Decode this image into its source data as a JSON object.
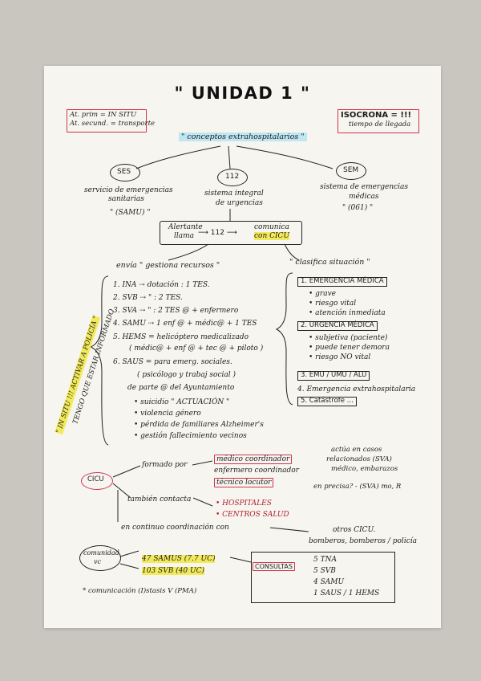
{
  "title": "\" UNIDAD 1 \"",
  "top_left_box": [
    "At. prim = IN SITU",
    "At. secund. = transporte"
  ],
  "top_right_box": [
    "ISOCRONA = !!!",
    "tiempo de llegada"
  ],
  "subtitle": "\" conceptos extrahospitalarios \"",
  "nodes": {
    "ses": {
      "label": "SES",
      "desc": [
        "servicio de emergencias",
        "sanitarias",
        "\" (SAMU) \""
      ]
    },
    "n112": {
      "label": "112",
      "desc": [
        "sistema integral",
        "de urgencias"
      ]
    },
    "sem": {
      "label": "SEM",
      "desc": [
        "sistema de emergencias",
        "médicas",
        "\" (061) \""
      ]
    }
  },
  "flow": {
    "alertante": "Alertante",
    "llama": "llama",
    "arrow_112": "112",
    "comunica": "comunica",
    "con_cicu": "con CICU"
  },
  "left_head": "envía \" gestiona recursos \"",
  "right_head": "\" clasifica situación \"",
  "resources": [
    "1. INA ⇢ dotación : 1 TES.",
    "2. SVB ⇢ \" : 2 TES.",
    "3. SVA ⇢ \" : 2 TES @ + enfermero",
    "4. SAMU ⇢ 1 enf @ + médic@ + 1 TES",
    "5. HEMS = helicóptero medicalizado",
    "( médic@ + enf @ + tec @ + piloto )",
    "6. SAUS = para emerg. sociales.",
    "( psicólogo y trabaj social )",
    "de parte @ del Ayuntamiento",
    "• suicidio   \" ACTUACIÓN \"",
    "• violencia género",
    "• pérdida de familiares Alzheimer's",
    "• gestión fallecimiento vecinos"
  ],
  "side_note": [
    "TENGO QUE ESTAR INFORMADO",
    "\" IN SITU !!! ACTIVAR A POLICÍA \""
  ],
  "classes": [
    {
      "head": "1. EMERGENCIA MÉDICA",
      "items": [
        "• grave",
        "• riesgo vital",
        "• atención inmediata"
      ]
    },
    {
      "head": "2. URGENCIA MÉDICA",
      "items": [
        "• subjetiva (paciente)",
        "• puede tener demora",
        "• riesgo NO vital"
      ]
    },
    {
      "head": "3. EMU / UMU / ALU"
    },
    {
      "head": "4. Emergencia extrahospitalaria"
    },
    {
      "head": "5. Catástrofe ..."
    }
  ],
  "cicu": {
    "label": "CICU",
    "formado": "formado por",
    "formado_items": [
      "médico coordinador",
      "enfermero coordinador",
      "técnico locutor"
    ],
    "note_top": [
      "actúa en casos",
      "relacionados (SVA)",
      "médico, embarazos"
    ],
    "precisa": "en precisa? - (SVA) mo, R",
    "contacta": "también contacta",
    "contacta_items": [
      "• HOSPITALES",
      "• CENTROS SALUD"
    ],
    "coordinacion": "en continuo coordinación con",
    "cuerpos": [
      "otros CICU.",
      "bomberos, bomberos / policía"
    ]
  },
  "comunidad": {
    "label": [
      "comunidad",
      "vc"
    ],
    "stats": [
      "47 SAMUS (7.7 UC)",
      "103 SVB (40 UC)"
    ],
    "comunicacion": "* comunicación (I)stasis  V (PMA)"
  },
  "consultas": {
    "label": "CONSULTAS",
    "items": [
      "5 TNA",
      "5 SVB",
      "4 SAMU",
      "1 SAUS / 1 HEMS"
    ]
  }
}
